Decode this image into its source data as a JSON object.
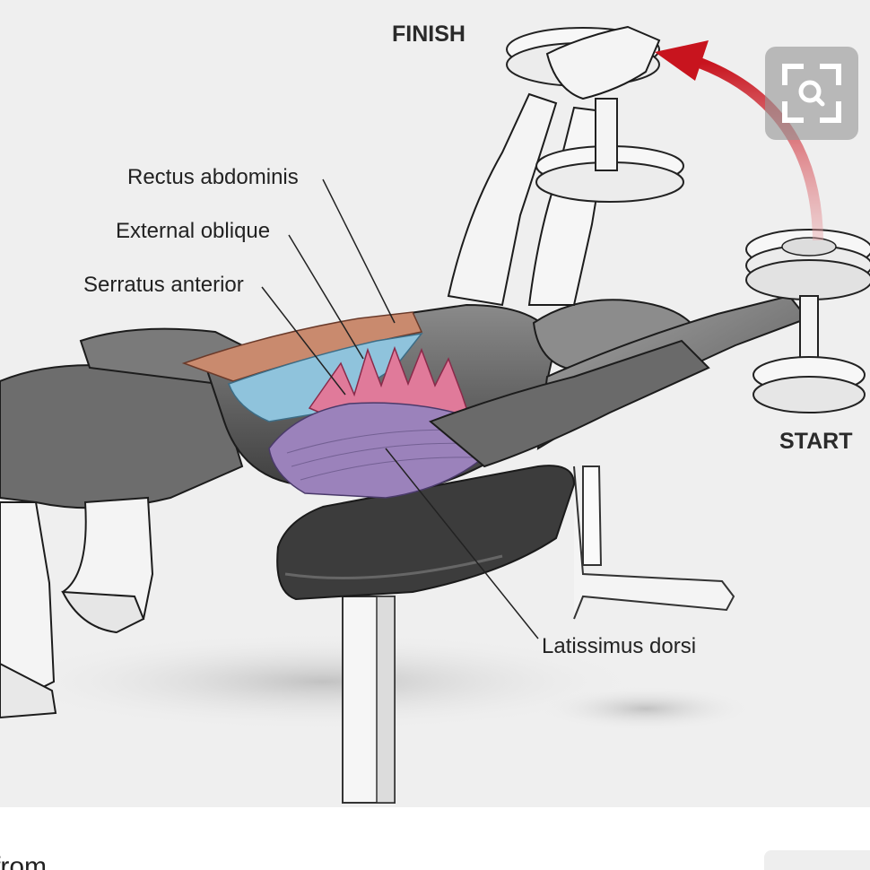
{
  "labels": {
    "finish": "FINISH",
    "start": "START",
    "rectus_abdominis": "Rectus abdominis",
    "external_oblique": "External oblique",
    "serratus_anterior": "Serratus anterior",
    "latissimus_dorsi": "Latissimus dorsi"
  },
  "zoom_control": {
    "icon": "zoom-search-icon"
  },
  "caption": {
    "partial_text": "from"
  },
  "colors": {
    "arrow": "#c8141e",
    "rectus_abdominis": "#c98a6e",
    "external_oblique": "#8fc3dc",
    "serratus_anterior": "#e07a9a",
    "latissimus_dorsi": "#9b82bb",
    "body_shading": "#5a5a5a",
    "bench_pad": "#3c3c3c"
  }
}
